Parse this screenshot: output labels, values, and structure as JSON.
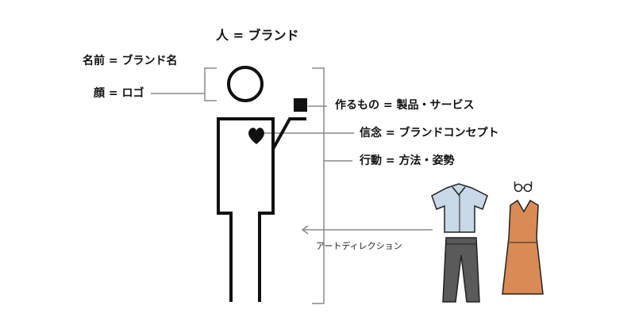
{
  "diagram": {
    "title": "人 = ブランド",
    "labels": {
      "name": "名前 = ブランド名",
      "face": "顔 = ロゴ",
      "products": "作るもの = 製品・サービス",
      "beliefs": "信念 = ブランドコンセプト",
      "actions": "行動 = 方法・姿勢",
      "art_direction": "アートディレクション"
    },
    "colors": {
      "line": "#111111",
      "guide_line": "#888888",
      "shirt": "#c8d8e6",
      "pants": "#5a5a5a",
      "dress": "#d98a55"
    }
  }
}
